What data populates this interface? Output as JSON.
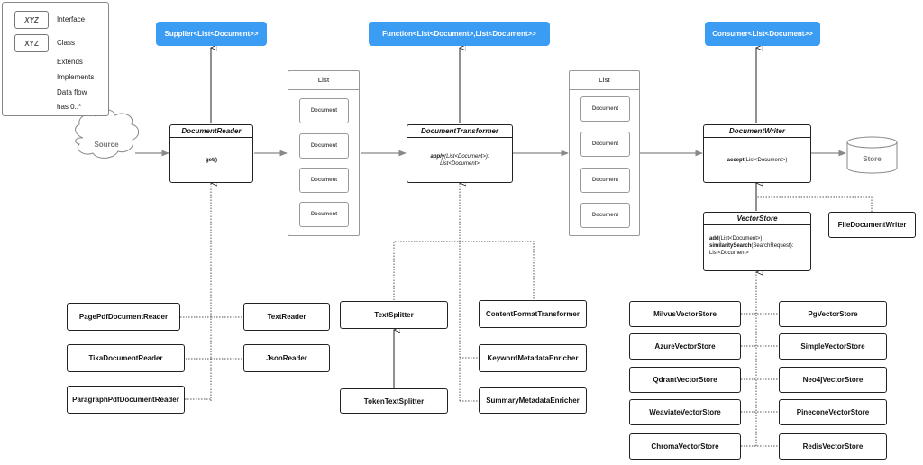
{
  "legend": {
    "interface_chip": "XYZ",
    "interface_label": "Interface",
    "class_chip": "XYZ",
    "class_label": "Class",
    "extends_label": "Extends",
    "implements_label": "Implements",
    "dataflow_label": "Data flow",
    "has_label": "has 0..*"
  },
  "functional_interfaces": {
    "supplier": "Supplier<List<Document>>",
    "function": "Function<List<Document>,List<Document>>",
    "consumer": "Consumer<List<Document>>"
  },
  "source_label": "Source",
  "store_label": "Store",
  "document_reader": {
    "title": "DocumentReader",
    "method": "get()"
  },
  "document_transformer": {
    "title": "DocumentTransformer",
    "method_name": "apply",
    "method_sig": "(List<Document>):",
    "method_ret": "List<Document>"
  },
  "document_writer": {
    "title": "DocumentWriter",
    "method_name": "accept",
    "method_sig": "(List<Document>)"
  },
  "vector_store": {
    "title": "VectorStore",
    "m1_name": "add",
    "m1_sig": "(List<Document>)",
    "m2_name": "similaritySearch",
    "m2_sig": "(SearchRequest):",
    "m2_ret": "List<Document>"
  },
  "list1": {
    "title": "List",
    "items": [
      "Document",
      "Document",
      "Document",
      "Document"
    ]
  },
  "list2": {
    "title": "List",
    "items": [
      "Document",
      "Document",
      "Document",
      "Document"
    ]
  },
  "readers": {
    "pdf": "PagePdfDocumentReader",
    "text": "TextReader",
    "tika": "TikaDocumentReader",
    "json": "JsonReader",
    "paragraph": "ParagraphPdfDocumentReader"
  },
  "transformers": {
    "text_splitter": "TextSplitter",
    "token_splitter": "TokenTextSplitter",
    "content_format": "ContentFormatTransformer",
    "keyword": "KeywordMetadataEnricher",
    "summary": "SummaryMetadataEnricher"
  },
  "file_writer": "FileDocumentWriter",
  "vector_stores": {
    "milvus": "MilvusVectorStore",
    "pg": "PgVectorStore",
    "azure": "AzureVectorStore",
    "simple": "SimpleVectorStore",
    "qdrant": "QdrantVectorStore",
    "neo4j": "Neo4jVectorStore",
    "weaviate": "WeaviateVectorStore",
    "pinecone": "PineconeVectorStore",
    "chroma": "ChromaVectorStore",
    "redis": "RedisVectorStore"
  },
  "colors": {
    "interface_fill": "#3b9cf4",
    "dataflow": "#888888",
    "line": "#222222",
    "dotted": "#555555"
  }
}
